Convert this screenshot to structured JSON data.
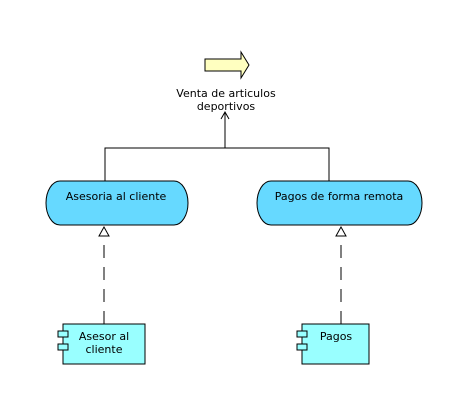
{
  "diagram": {
    "process": {
      "label_line1": "Venta de articulos",
      "label_line2": "deportivos",
      "icon": "process-arrow-icon",
      "color": "#ffffc0"
    },
    "services": [
      {
        "label": "Asesoria al cliente",
        "color": "#66d9ff"
      },
      {
        "label": "Pagos de forma remota",
        "color": "#66d9ff"
      }
    ],
    "components": [
      {
        "label_line1": "Asesor al",
        "label_line2": "cliente",
        "icon": "component-icon",
        "color": "#99ffff"
      },
      {
        "label_line1": "Pagos",
        "label_line2": "",
        "icon": "component-icon",
        "color": "#99ffff"
      }
    ],
    "relations": [
      {
        "from": "Asesoria al cliente",
        "to": "Venta de articulos deportivos",
        "type": "serving"
      },
      {
        "from": "Pagos de forma remota",
        "to": "Venta de articulos deportivos",
        "type": "serving"
      },
      {
        "from": "Asesor al cliente",
        "to": "Asesoria al cliente",
        "type": "realization"
      },
      {
        "from": "Pagos",
        "to": "Pagos de forma remota",
        "type": "realization"
      }
    ]
  }
}
